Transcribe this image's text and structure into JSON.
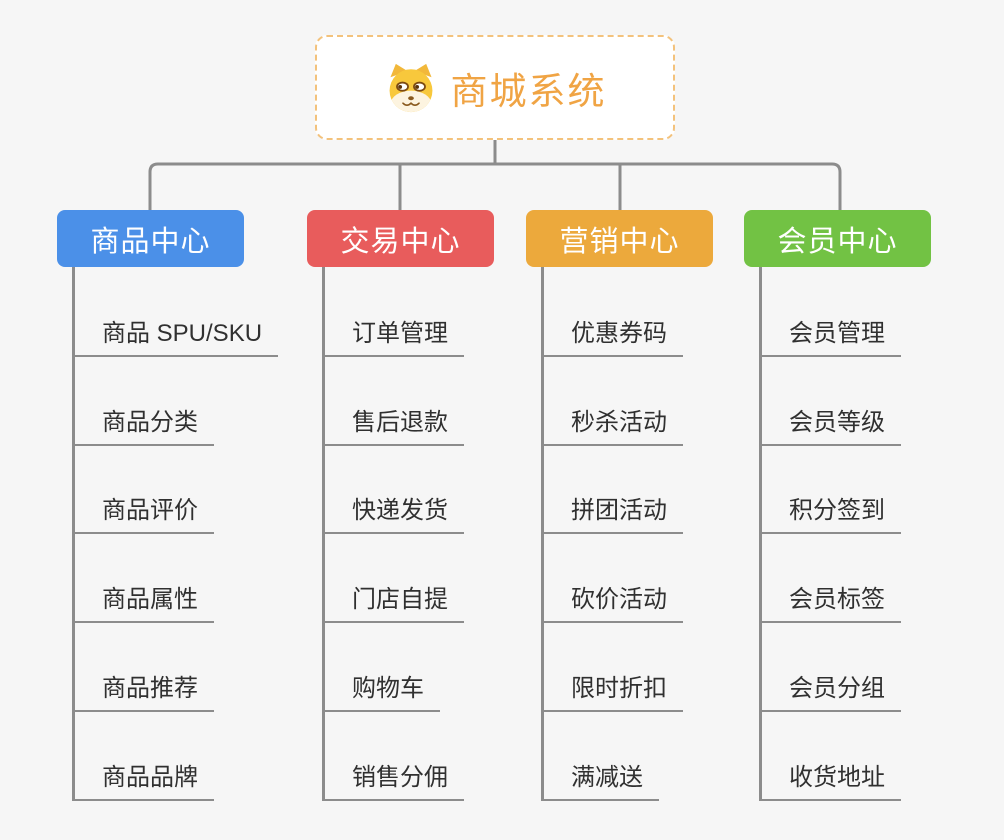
{
  "app": {
    "background_color": "#f6f6f6",
    "connector_color": "#8c8c8c"
  },
  "root": {
    "title": "商城系统",
    "title_color": "#f0a444",
    "border_color": "#f3c27c",
    "icon": "dog-face-icon"
  },
  "branches": [
    {
      "label": "商品中心",
      "color": "#4b90e8",
      "children": [
        "商品 SPU/SKU",
        "商品分类",
        "商品评价",
        "商品属性",
        "商品推荐",
        "商品品牌"
      ]
    },
    {
      "label": "交易中心",
      "color": "#e85c5c",
      "children": [
        "订单管理",
        "售后退款",
        "快递发货",
        "门店自提",
        "购物车",
        "销售分佣"
      ]
    },
    {
      "label": "营销中心",
      "color": "#eca93c",
      "children": [
        "优惠券码",
        "秒杀活动",
        "拼团活动",
        "砍价活动",
        "限时折扣",
        "满减送"
      ]
    },
    {
      "label": "会员中心",
      "color": "#72c244",
      "children": [
        "会员管理",
        "会员等级",
        "积分签到",
        "会员标签",
        "会员分组",
        "收货地址"
      ]
    }
  ]
}
